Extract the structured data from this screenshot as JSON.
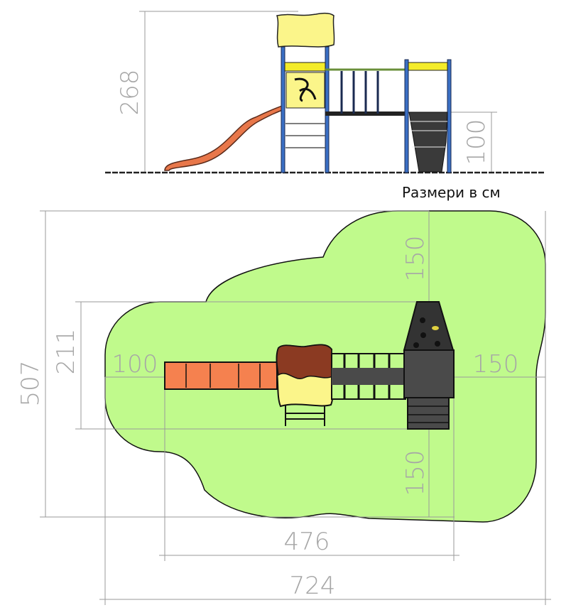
{
  "elevation": {
    "height_total": "268",
    "platform_height": "100",
    "units_note": "Размери в см"
  },
  "plan": {
    "overall_depth": "507",
    "structure_depth": "211",
    "clearance_left": "100",
    "clearance_top": "150",
    "clearance_right": "150",
    "clearance_bottom": "150",
    "structure_length": "476",
    "overall_length": "724"
  },
  "colors": {
    "safety_zone": "#c0fa8c",
    "slide": "#f07a45",
    "roof_yellow": "#fbf58a",
    "roof_brown": "#8b3a22",
    "post_blue": "#3a6fc4",
    "dark_panel": "#4a4a4a"
  }
}
